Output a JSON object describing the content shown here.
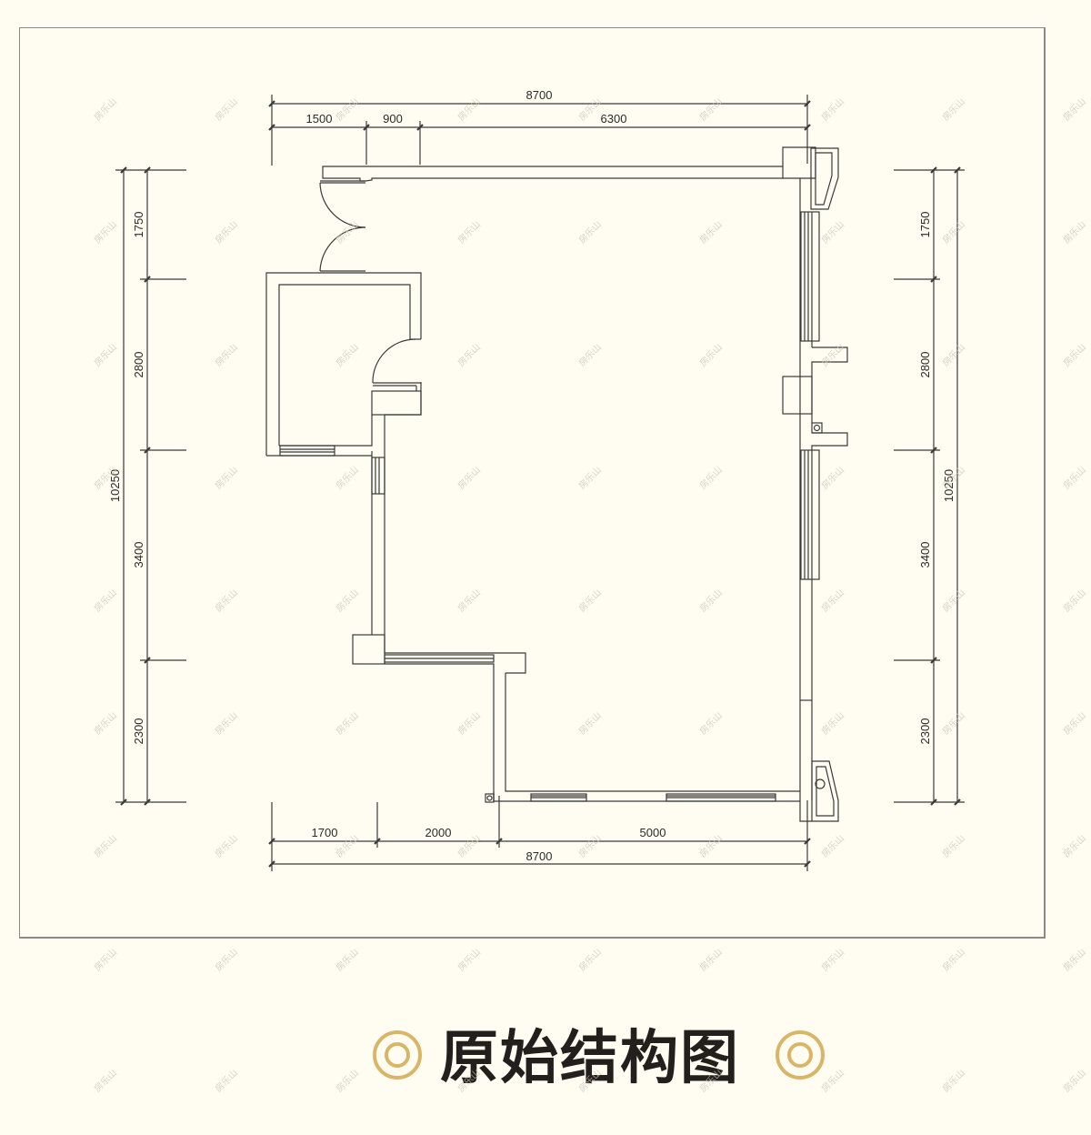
{
  "title": {
    "text": "原始结构图",
    "ornament_color": "#d9b567",
    "text_color": "#231f1c"
  },
  "watermark": {
    "text": "房乐山"
  },
  "colors": {
    "background": "#fffdf2",
    "frame": "#8a8a8a",
    "line": "#3a3a3a"
  },
  "dimensions": {
    "top": {
      "total": "8700",
      "segments": [
        "1500",
        "900",
        "6300"
      ]
    },
    "bottom": {
      "total": "8700",
      "segments": [
        "1700",
        "2000",
        "5000"
      ]
    },
    "left": {
      "total": "10250",
      "segments": [
        "1750",
        "2800",
        "3400",
        "2300"
      ]
    },
    "right": {
      "total": "10250",
      "segments": [
        "1750",
        "2800",
        "3400",
        "2300"
      ]
    }
  }
}
